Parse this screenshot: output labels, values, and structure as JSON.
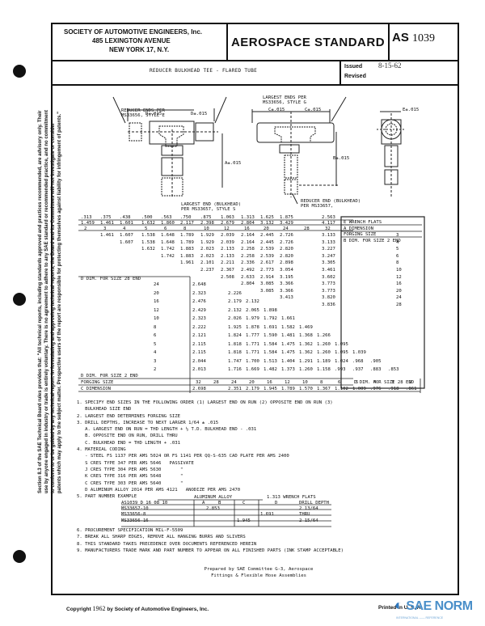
{
  "header": {
    "society_lines": [
      "SOCIETY OF AUTOMOTIVE ENGINEERS, Inc.",
      "485 LEXINGTON AVENUE",
      "NEW YORK 17, N.Y."
    ],
    "title": "AEROSPACE STANDARD",
    "standard_prefix": "AS",
    "standard_number": "1039",
    "issued_label": "Issued",
    "issued_date": "8-15-62",
    "revised_label": "Revised"
  },
  "part_name": "REDUCER BULKHEAD TEE - FLARED TUBE",
  "drawing": {
    "label_reducer_ends": [
      "REDUCER ENDS PER",
      "MS33656, STYLE E"
    ],
    "label_largest_ends": [
      "LARGEST ENDS PER",
      "MS33656, STYLE G"
    ],
    "label_largest_bulkhead": [
      "LARGEST END (BULKHEAD)",
      "PER MS33657, STYLE S"
    ],
    "label_reducer_bulkhead": [
      "REDUCER END (BULKHEAD)",
      "PER MS33657,"
    ],
    "dim_d1": "D±.015",
    "dim_d2": "D±.015",
    "dim_a": "A±.015",
    "dim_c1": "C±.015",
    "dim_c2": "C±.015",
    "dim_b": "B±.015",
    "dim_e": "E±.015"
  },
  "table": {
    "wrench_flats_row": [
      ".313",
      ".375",
      ".438",
      ".500",
      ".563",
      ".750",
      ".875",
      "1.063",
      "1.313",
      "1.625",
      "1.875",
      "",
      "2.563"
    ],
    "a_dimension_row": [
      "1.459",
      "1.461",
      "1.601",
      "1.632",
      "1.860",
      "2.117",
      "2.398",
      "2.679",
      "2.804",
      "3.132",
      "3.429",
      "",
      "4.117"
    ],
    "forging_size_row": [
      "2",
      "3",
      "4",
      "5",
      "6",
      "8",
      "10",
      "12",
      "16",
      "20",
      "24",
      "28",
      "32"
    ],
    "right_labels": [
      "E WRENCH FLATS",
      "A DIMENSION",
      "FORGING SIZE",
      "B DIM. FOR SIZE 2 END"
    ],
    "b_rows": [
      {
        "size": "3",
        "values": [
          "1.461",
          "1.607",
          "1.538",
          "1.648",
          "1.789",
          "1.929",
          "2.039",
          "2.164",
          "2.445",
          "2.726",
          "",
          "3.133"
        ]
      },
      {
        "size": "4",
        "values": [
          "1.607",
          "1.538",
          "1.648",
          "1.789",
          "1.929",
          "2.039",
          "2.164",
          "2.445",
          "2.726",
          "",
          "3.133"
        ]
      },
      {
        "size": "5",
        "values": [
          "1.632",
          "1.742",
          "1.883",
          "2.023",
          "2.133",
          "2.258",
          "2.539",
          "2.820",
          "",
          "3.227"
        ]
      },
      {
        "size": "6",
        "values": [
          "1.742",
          "1.883",
          "2.023",
          "2.133",
          "2.258",
          "2.539",
          "2.820",
          "",
          "3.247"
        ]
      },
      {
        "size": "8",
        "values": [
          "1.961",
          "2.101",
          "2.211",
          "2.336",
          "2.617",
          "2.898",
          "",
          "3.305"
        ]
      },
      {
        "size": "10",
        "values": [
          "2.237",
          "2.367",
          "2.492",
          "2.773",
          "3.054",
          "",
          "3.461"
        ]
      },
      {
        "size": "12",
        "values": [
          "2.508",
          "2.633",
          "2.914",
          "3.195",
          "",
          "3.602"
        ]
      },
      {
        "size": "16",
        "values": [
          "2.804",
          "3.085",
          "3.366",
          "",
          "3.773"
        ]
      },
      {
        "size": "20",
        "values": [
          "3.085",
          "3.366",
          "",
          "3.773"
        ]
      },
      {
        "size": "24",
        "values": [
          "3.413",
          "",
          "3.820"
        ]
      },
      {
        "size": "28",
        "values": [
          "",
          "3.836"
        ]
      }
    ],
    "d_label_top": "D DIM. FOR SIZE 28 END",
    "d_label_bottom": "D DIM. FOR SIZE 28 END",
    "d_rows": [
      {
        "size": "24",
        "values": [
          "2.648"
        ]
      },
      {
        "size": "20",
        "values": [
          "2.323",
          "",
          "2.226"
        ]
      },
      {
        "size": "16",
        "values": [
          "2.476",
          "",
          "2.179",
          "2.132"
        ]
      },
      {
        "size": "12",
        "values": [
          "2.429",
          "",
          "2.132",
          "2.065",
          "1.898"
        ]
      },
      {
        "size": "10",
        "values": [
          "2.323",
          "",
          "2.026",
          "1.979",
          "1.792",
          "1.661"
        ]
      },
      {
        "size": "8",
        "values": [
          "2.222",
          "",
          "1.925",
          "1.878",
          "1.691",
          "1.582",
          "1.469"
        ]
      },
      {
        "size": "6",
        "values": [
          "2.121",
          "",
          "1.824",
          "1.777",
          "1.590",
          "1.481",
          "1.368",
          "1.266"
        ]
      },
      {
        "size": "5",
        "values": [
          "2.115",
          "",
          "1.818",
          "1.771",
          "1.584",
          "1.475",
          "1.362",
          "1.260",
          "1.095"
        ]
      },
      {
        "size": "4",
        "values": [
          "2.115",
          "",
          "1.818",
          "1.771",
          "1.584",
          "1.475",
          "1.362",
          "1.260",
          "1.095",
          "1.039"
        ]
      },
      {
        "size": "3",
        "values": [
          "2.044",
          "",
          "1.747",
          "1.700",
          "1.513",
          "1.404",
          "1.291",
          "1.189",
          "1.024",
          ".968",
          ".905"
        ]
      },
      {
        "size": "2",
        "values": [
          "2.013",
          "",
          "1.716",
          "1.669",
          "1.482",
          "1.373",
          "1.260",
          "1.158",
          ".993",
          ".937",
          ".883",
          ".853"
        ]
      }
    ],
    "d_dim_size2_label": "D DIM. FOR SIZE 2 END",
    "forging_size_label": "FORGING SIZE",
    "forging_bottom_row": [
      "32",
      "28",
      "24",
      "20",
      "16",
      "12",
      "10",
      "8",
      "6",
      "5",
      "4",
      "3",
      "2"
    ],
    "c_dimension_label": "C DIMENSION",
    "c_dimension_row": [
      "2.698",
      "",
      "2.351",
      "2.179",
      "1.945",
      "1.789",
      "1.570",
      "1.367",
      "1.102",
      "1.009",
      ".976",
      ".918",
      ".861"
    ]
  },
  "notes": [
    "1. SPECIFY END SIZES IN THE FOLLOWING ORDER (1) LARGEST END ON RUN (2) OPPOSITE END ON RUN (3)",
    "   BULKHEAD SIZE END",
    "2. LARGEST END DETERMINES FORGING SIZE",
    "3. DRILL DEPTHS, INCREASE TO NEXT LARGER 1/64 ± .015",
    "   A. LARGEST END ON RUN = THD LENGTH + ½ T.D. BULKHEAD END - .031",
    "   B. OPPOSITE END ON RUN, DRILL THRU",
    "   C. BULKHEAD END = THD LENGTH + .031",
    "4. MATERIAL CODING",
    "   - STEEL FS 1137 PER AMS 5024 OR FS 1141 PER QQ-S-635 CAD PLATE PER AMS 2400",
    "   S CRES TYPE 347 PER AMS 5646   PASSIVATE",
    "   J CRES TYPE 304 PER AMS 5630       \"",
    "   K CRES TYPE 316 PER AMS 5648       \"",
    "   C CRES TYPE 303 PER AMS 5640       \"",
    "   D ALUMINUM ALLOY 2014 PER AMS 4121   ANODIZE PER AMS 2470",
    "5. PART NUMBER EXAMPLE"
  ],
  "part_example": {
    "header_alloy": "ALUMINUM ALLOY",
    "header_flats": "1.313 WRENCH FLATS",
    "part_number": "AS1039 D 16 08 10",
    "col_headers": [
      "A",
      "B",
      "C",
      "D",
      "DRILL DEPTH"
    ],
    "rows": [
      {
        "part": "MS33657-10",
        "a": "2.853",
        "b": "",
        "c": "",
        "d": "",
        "drill": "2 13/64"
      },
      {
        "part": "MS33656-8",
        "a": "",
        "b": "",
        "c": "",
        "d": "1.691",
        "drill": "THRU"
      },
      {
        "part": "MS33656-16",
        "a": "",
        "b": "",
        "c": "1.945",
        "d": "",
        "drill": "2 15/64"
      }
    ]
  },
  "notes_after": [
    "6. PROCUREMENT SPECIFICATION MIL-F-5509",
    "7. BREAK ALL SHARP EDGES, REMOVE ALL HANGING BURRS AND SLIVERS",
    "8. THIS STANDARD TAKES PRECEDENCE OVER DOCUMENTS REFERENCED HEREIN",
    "9. MANUFACTURERS TRADE MARK AND PART NUMBER TO APPEAR ON ALL FINISHED PARTS (INK STAMP ACCEPTABLE)"
  ],
  "prepared_by": [
    "Prepared by SAE Committee G-3, Aerospace",
    "Fittings & Flexible Hose Assemblies"
  ],
  "side_text": [
    "Section 8.3 of the SAE Technical Board rules provides that: \"All technical reports, including standards approved and practices recommended, are advisory only. Their",
    "use by anyone engaged in industry or trade is entirely voluntary. There is no agreement to adhere to any SAE standard or recommended practice, and no commitment",
    "to conform to or be guided by any technical report. In formulating and approving technical reports, the Board and its Committees will not investigate or consider",
    "patents which may apply to the subject matter. Prospective users of the report are responsible for protecting themselves against liability for infringement of patents.\""
  ],
  "footer": {
    "copyright_prefix": "Copyright",
    "copyright_year": "1962",
    "copyright_suffix": "by Society of Automotive Engineers, Inc.",
    "printed": "Printed in U. S. A.",
    "watermark": "SAE NORM",
    "watermark_sub": "INTERNATIONAL  ——  REFERENCE"
  }
}
